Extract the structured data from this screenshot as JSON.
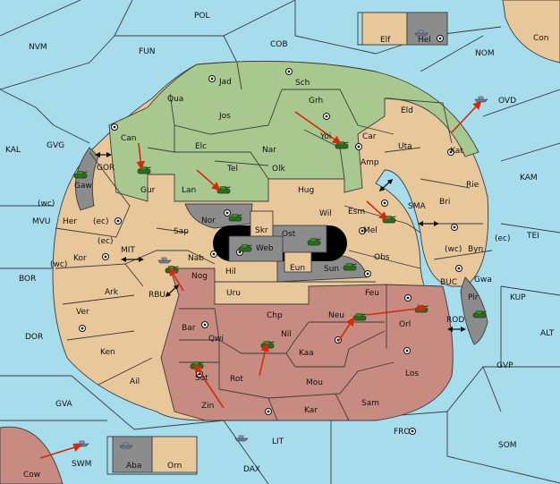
{
  "board": {
    "colors": {
      "sea": "#a6dcec",
      "green": "#a9c88f",
      "tan": "#e8c79b",
      "red": "#c78b82",
      "grey": "#8c8c8c",
      "black": "#000000",
      "order_arrow": "#d22a0a"
    },
    "labels": {
      "pol": "POL",
      "nvm": "NVM",
      "fun": "FUN",
      "cob": "COB",
      "nom": "NOM",
      "con": "Con",
      "elf": "Elf",
      "hel": "Hel",
      "kal": "KAL",
      "gvg": "GVG",
      "gor": "GOR",
      "gaw": "Gaw",
      "mvu": "MVU",
      "wc1": "(wc)",
      "her": "Her",
      "ec1": "(ec)",
      "mit": "MIT",
      "ec2": "(ec)",
      "kor": "Kor",
      "wc2": "(wc)",
      "bor": "BOR",
      "ark": "Ark",
      "rbu": "RBU",
      "ver": "Ver",
      "dor": "DOR",
      "ken": "Ken",
      "ail": "Ail",
      "gva": "GVA",
      "cow": "Cow",
      "swm": "SWM",
      "aba": "Aba",
      "orn": "Orn",
      "lit": "LIT",
      "dax": "DAX",
      "fro": "FRO",
      "som": "SOM",
      "gvp": "GVP",
      "alt": "ALT",
      "kup": "KUP",
      "tei": "TEI",
      "kam": "KAM",
      "ovd": "OVD",
      "jad": "Jad",
      "sch": "Sch",
      "qua": "Qua",
      "jos": "Jos",
      "grh": "Grh",
      "eld": "Eld",
      "can": "Can",
      "yoi": "Yoi",
      "car": "Car",
      "uta": "Uta",
      "kat": "Kat",
      "elc": "Elc",
      "nar": "Nar",
      "amp": "Amp",
      "gur": "Gur",
      "tel": "Tel",
      "olk": "Olk",
      "rie": "Rie",
      "lan": "Lan",
      "hug": "Hug",
      "bri": "Bri",
      "esm": "Esm",
      "sma": "SMA",
      "nor": "Nor",
      "wil": "Wil",
      "sap": "Sap",
      "skr": "Skr",
      "ost": "Ost",
      "mel": "Mel",
      "web": "Web",
      "wc3": "(wc)",
      "byn": "Byn",
      "ec3": "(ec)",
      "nab": "Nab",
      "hil": "Hil",
      "eun": "Eun",
      "sun": "Sun",
      "obs": "Obs",
      "nog": "Nog",
      "gwa": "Gwa",
      "uru": "Uru",
      "feu": "Feu",
      "buc": "BUC",
      "pir": "Pir",
      "chp": "Chp",
      "neu": "Neu",
      "orl": "Orl",
      "bar": "Bar",
      "qwi": "Qwi",
      "nil": "Nil",
      "rod": "ROD",
      "kaa": "Kaa",
      "los": "Los",
      "sot": "Sot",
      "rot": "Rot",
      "mou": "Mou",
      "zin": "Zin",
      "kar": "Kar",
      "sam": "Sam"
    }
  }
}
